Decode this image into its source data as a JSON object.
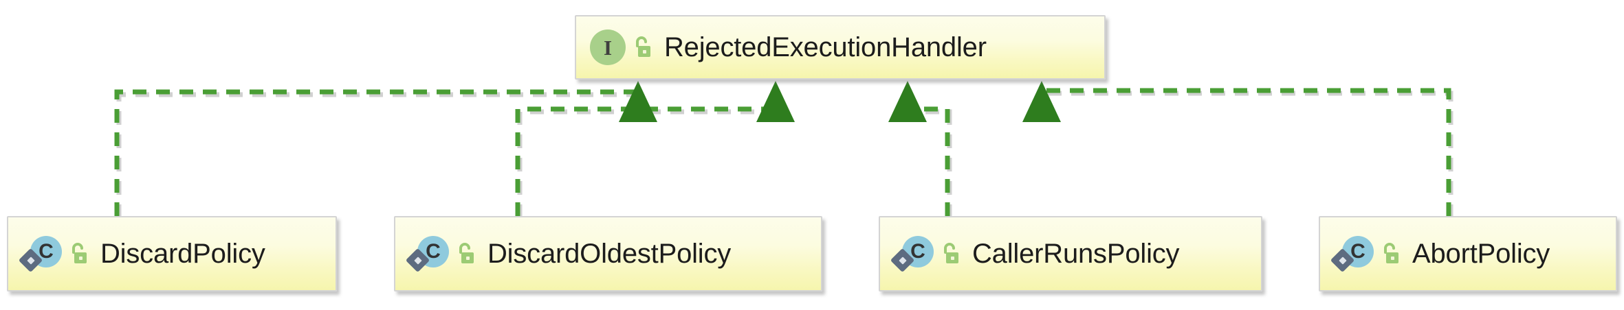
{
  "diagram": {
    "type": "uml-class-diagram",
    "relationship": "realization",
    "interface": {
      "name": "RejectedExecutionHandler",
      "stereotype_glyph": "I",
      "visibility_icon": "unlocked-padlock-icon",
      "badge_color": "#a8d08a"
    },
    "classes": [
      {
        "name": "DiscardPolicy",
        "stereotype_glyph": "C",
        "visibility_icon": "unlocked-padlock-icon",
        "badge_color": "#8fcadd"
      },
      {
        "name": "DiscardOldestPolicy",
        "stereotype_glyph": "C",
        "visibility_icon": "unlocked-padlock-icon",
        "badge_color": "#8fcadd"
      },
      {
        "name": "CallerRunsPolicy",
        "stereotype_glyph": "C",
        "visibility_icon": "unlocked-padlock-icon",
        "badge_color": "#8fcadd"
      },
      {
        "name": "AbortPolicy",
        "stereotype_glyph": "C",
        "visibility_icon": "unlocked-padlock-icon",
        "badge_color": "#8fcadd"
      }
    ],
    "colors": {
      "node_fill_top": "#fdfdea",
      "node_fill_bottom": "#f6f5ad",
      "node_border": "#d4d4d4",
      "connector": "#4a9e35",
      "connector_shadow": "#c9c9c9",
      "label_text": "#1c1c1c",
      "canvas_background": "#ffffff"
    }
  }
}
